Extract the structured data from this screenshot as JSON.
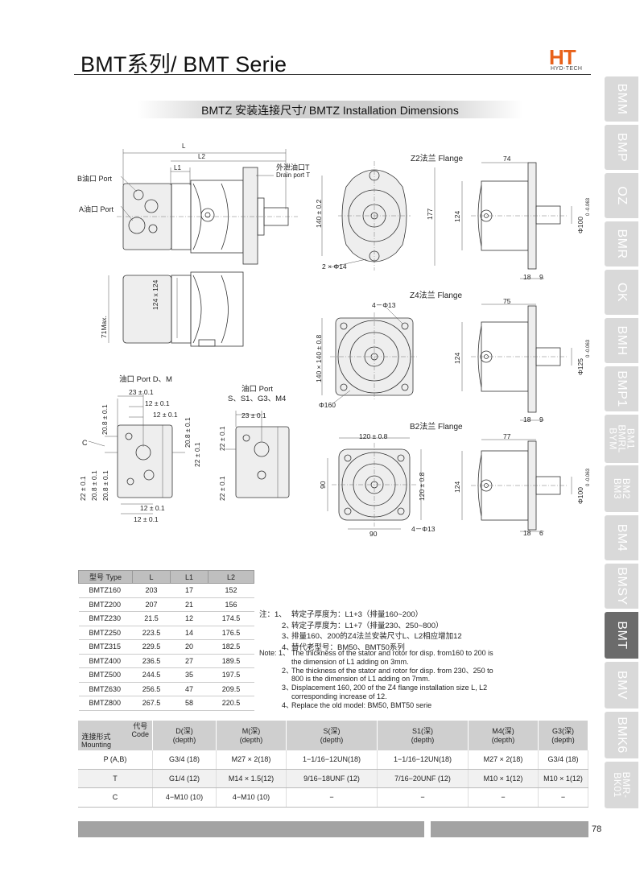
{
  "header": {
    "title": "BMT系列/ BMT Serie",
    "logo_text": "HT",
    "logo_sub": "HYD-TECH"
  },
  "section_title": "BMTZ 安装连接尺寸/ BMTZ Installation Dimensions",
  "side_tabs": [
    {
      "label": "BMM"
    },
    {
      "label": "BMP"
    },
    {
      "label": "OZ"
    },
    {
      "label": "BMR"
    },
    {
      "label": "OK"
    },
    {
      "label": "BMH"
    },
    {
      "label": "BMP1"
    },
    {
      "label": "BM1\nBMRL\nBYM"
    },
    {
      "label": "BM2\nBM3"
    },
    {
      "label": "BM4"
    },
    {
      "label": "BMSY"
    },
    {
      "label": "BMT",
      "active": true
    },
    {
      "label": "BMV"
    },
    {
      "label": "BMK6"
    },
    {
      "label": "BMR-\nBK01"
    }
  ],
  "drawing_labels": {
    "L": "L",
    "L2": "L2",
    "L1": "L1",
    "drain": "外泄油口T",
    "drain_en": "Drain port T",
    "port_b": "B油口 Port",
    "port_a": "A油口 Port",
    "h_124x124": "124 x 124",
    "max71": "71Max.",
    "ports_dm_title": "油口 Port  D、M",
    "ports_s_title1": "油口 Port",
    "ports_s_title2": "S、S1、G3、M4",
    "d23": "23 ± 0.1",
    "d12": "12 ± 0.1",
    "d20_8": "20.8 ± 0.1",
    "d22": "22 ± 0.1",
    "c": "C",
    "z2_title": "Z2法兰 Flange",
    "z2_140": "140 ± 0.2",
    "z2_177": "177",
    "z2_holes": "2 × Φ14",
    "z2_74": "74",
    "z2_124": "124",
    "z2_dia": "Φ100",
    "z2_tol": "0 -0.063",
    "z2_18": "18",
    "z2_9": "9",
    "z4_title": "Z4法兰 Flange",
    "z4_holes": "4－Φ13",
    "z4_140": "140 × 140 ± 0.8",
    "z4_160": "Φ160",
    "z4_75": "75",
    "z4_124": "124",
    "z4_dia": "Φ125",
    "z4_tol": "0 -0.063",
    "z4_18": "18",
    "z4_9": "9",
    "b2_title": "B2法兰 Flange",
    "b2_120": "120 ± 0.8",
    "b2_120v": "120 ± 0.8",
    "b2_90": "90",
    "b2_90h": "90",
    "b2_holes": "4－Φ13",
    "b2_77": "77",
    "b2_124": "124",
    "b2_dia": "Φ100",
    "b2_tol": "0 -0.063",
    "b2_18": "18",
    "b2_6": "6"
  },
  "type_table": {
    "headers": [
      "型号 Type",
      "L",
      "L1",
      "L2"
    ],
    "rows": [
      [
        "BMTZ160",
        "203",
        "17",
        "152"
      ],
      [
        "BMTZ200",
        "207",
        "21",
        "156"
      ],
      [
        "BMTZ230",
        "21.5",
        "12",
        "174.5"
      ],
      [
        "BMTZ250",
        "223.5",
        "14",
        "176.5"
      ],
      [
        "BMTZ315",
        "229.5",
        "20",
        "182.5"
      ],
      [
        "BMTZ400",
        "236.5",
        "27",
        "189.5"
      ],
      [
        "BMTZ500",
        "244.5",
        "35",
        "197.5"
      ],
      [
        "BMTZ630",
        "256.5",
        "47",
        "209.5"
      ],
      [
        "BMTZ800",
        "267.5",
        "58",
        "220.5"
      ]
    ]
  },
  "notes_cn": [
    {
      "key": "注：1、",
      "text": "转定子厚度为：L1+3（排量160~200）"
    },
    {
      "key": "2、",
      "text": "转定子厚度为：L1+7（排量230、250~800）"
    },
    {
      "key": "3、",
      "text": "排量160、200的Z4法兰安装尺寸L、L2相应增加12"
    },
    {
      "key": "4、",
      "text": "替代老型号：BM50、BMT50系列"
    }
  ],
  "notes_en": [
    {
      "key": "Note: 1、",
      "text": "The thickness of the stator and rotor for disp. from160 to 200 is the dimension of L1 adding on 3mm."
    },
    {
      "key": "2、",
      "text": "The thickness of the stator and rotor for disp. from 230、250 to 800 is the dimension of L1 adding on 7mm."
    },
    {
      "key": "3、",
      "text": "Displacement 160, 200 of the Z4 flange installation size L, L2 corresponding increase of 12."
    },
    {
      "key": "4、",
      "text": "Replace the old model: BM50, BMT50 serie"
    }
  ],
  "connection_table": {
    "corner_top": "代号\nCode",
    "corner_bottom": "连接形式\nMounting",
    "headers": [
      "D(深)\n(depth)",
      "M(深)\n(depth)",
      "S(深)\n(depth)",
      "S1(深)\n(depth)",
      "M4(深)\n(depth)",
      "G3(深)\n(depth)"
    ],
    "rows": [
      [
        "P (A,B)",
        "G3/4 (18)",
        "M27 × 2(18)",
        "1−1/16−12UN(18)",
        "1−1/16−12UN(18)",
        "M27 × 2(18)",
        "G3/4 (18)"
      ],
      [
        "T",
        "G1/4 (12)",
        "M14 × 1.5(12)",
        "9/16−18UNF (12)",
        "7/16−20UNF (12)",
        "M10 × 1(12)",
        "M10 × 1(12)"
      ],
      [
        "C",
        "4−M10 (10)",
        "4−M10 (10)",
        "−",
        "−",
        "−",
        "−"
      ]
    ]
  },
  "page_number": "78"
}
